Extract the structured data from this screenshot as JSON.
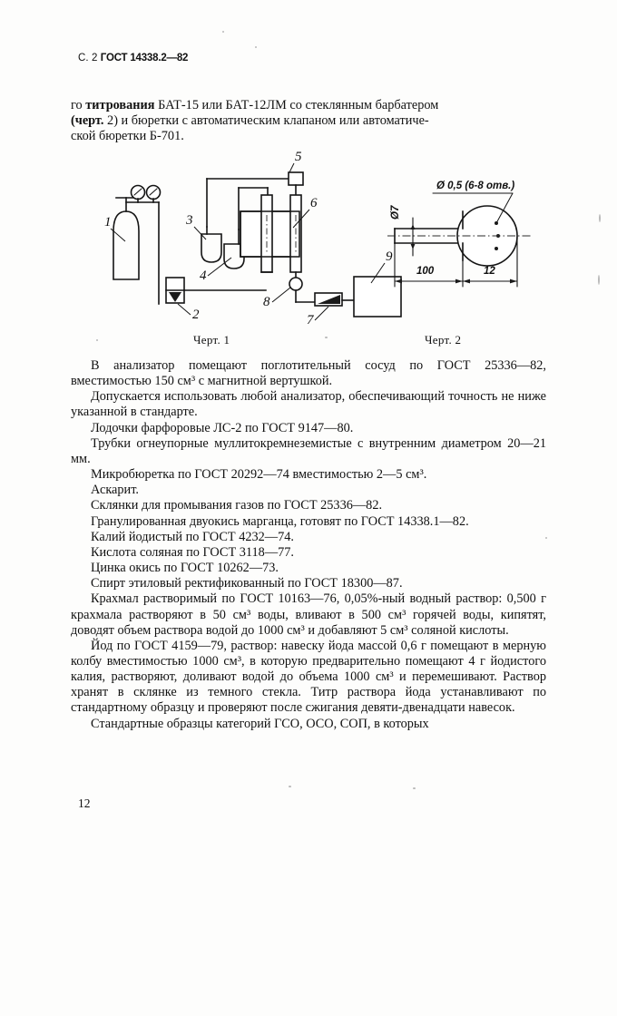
{
  "header": {
    "page_marker": "С. 2",
    "standard": "ГОСТ 14338.2—82"
  },
  "intro": {
    "lines": [
      "го титрования БАТ-15 или БАТ-12ЛМ со стеклянным барбатером",
      "(черт. 2) и бюретки с автоматическим клапаном или автоматиче-",
      "ской бюретки Б-701."
    ]
  },
  "figures": {
    "figure1": {
      "caption": "Черт. 1",
      "callouts": [
        "1",
        "2",
        "3",
        "4",
        "5",
        "6",
        "7",
        "8",
        "9"
      ]
    },
    "figure2": {
      "caption": "Черт. 2",
      "dimensions": {
        "holes": "Ø 0,5 (6-8 отв.)",
        "bore": "Ø7",
        "length": "100",
        "head": "12"
      }
    }
  },
  "body": {
    "paragraphs": [
      "В анализатор помещают поглотительный сосуд по ГОСТ 25336—82, вместимостью 150 см³ с магнитной вертушкой.",
      "Допускается использовать любой анализатор, обеспечивающий точность не ниже указанной в стандарте.",
      "Лодочки фарфоровые ЛС-2 по ГОСТ 9147—80.",
      "Трубки огнеупорные муллитокремнеземистые с внутренним диаметром 20—21 мм.",
      "Микробюретка по ГОСТ 20292—74 вместимостью 2—5 см³.",
      "Аскарит.",
      "Склянки для промывания газов по ГОСТ 25336—82.",
      "Гранулированная двуокись марганца, готовят по ГОСТ 14338.1—82.",
      "Калий йодистый по ГОСТ 4232—74.",
      "Кислота соляная по ГОСТ 3118—77.",
      "Цинка окись по ГОСТ 10262—73.",
      "Спирт этиловый ректификованный по ГОСТ 18300—87.",
      "Крахмал растворимый по ГОСТ 10163—76, 0,05%-ный водный раствор: 0,500 г крахмала растворяют в 50 см³ воды, вливают в 500 см³ горячей воды, кипятят, доводят объем раствора водой до 1000 см³ и добавляют 5 см³ соляной кислоты.",
      "Йод по ГОСТ 4159—79, раствор: навеску йода массой 0,6 г помещают в мерную колбу вместимостью 1000 см³, в которую предварительно помещают 4 г йодистого калия, растворяют, доливают водой до объема 1000 см³ и перемешивают. Раствор хранят в склянке из темного стекла. Титр раствора йода устанавливают по стандартному образцу и проверяют после сжигания девяти-двенадцати навесок.",
      "Стандартные образцы категорий ГСО, ОСО, СОП, в которых"
    ]
  },
  "folio": {
    "page_number": "12"
  }
}
